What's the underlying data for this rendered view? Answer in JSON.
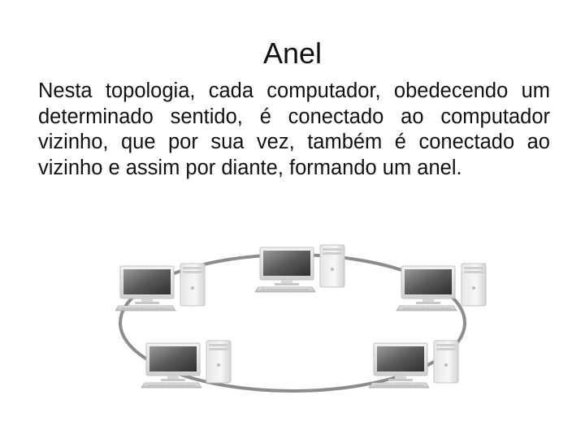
{
  "slide": {
    "title": "Anel",
    "body": "Nesta topologia, cada computador, obedecendo um determinado sentido, é conectado ao computador vizinho, que por sua vez, também é conectado ao vizinho e assim por diante, formando um anel."
  },
  "diagram": {
    "topology": "ring",
    "connection_color": "#8c8c8c",
    "nodes": [
      {
        "id": "top-center",
        "type": "desktop-computer"
      },
      {
        "id": "left",
        "type": "desktop-computer"
      },
      {
        "id": "right",
        "type": "desktop-computer"
      },
      {
        "id": "bottom-left",
        "type": "desktop-computer"
      },
      {
        "id": "bottom-right",
        "type": "desktop-computer"
      }
    ]
  }
}
